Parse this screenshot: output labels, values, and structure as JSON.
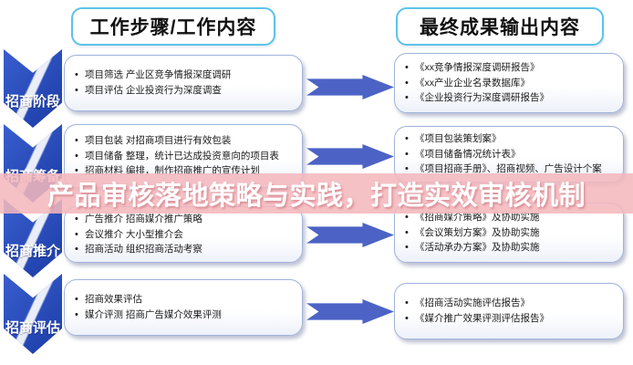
{
  "banner": {
    "text": "产品审核落地策略与实践，打造实效审核机制",
    "bg_color": "#f3b8bc",
    "text_color": "#ffffff"
  },
  "headers": {
    "steps": "工作步骤/工作内容",
    "outputs": "最终成果输出内容"
  },
  "colors": {
    "chevron_blue": "#2a4cb8",
    "arrow_blue": "#4c63c5",
    "header_border_cyan": "#5cc3e8",
    "box_border_blue": "#9fb3dc"
  },
  "rows": [
    {
      "stage": "招商阶段",
      "steps": [
        "项目筛选 产业区竞争情报深度调研",
        "项目评估 企业投资行为深度调查"
      ],
      "outputs": [
        "《xx竞争情报深度调研报告》",
        "《xx产业企业名录数据库》",
        "《企业投资行为深度调研报告》"
      ]
    },
    {
      "stage": "招商筹备",
      "steps": [
        "项目包装 对招商项目进行有效包装",
        "项目储备 整理，统计已达成投资意向的项目表",
        "招商材料 编排，制作招商推广的宣传计划"
      ],
      "outputs": [
        "《项目包装策划案》",
        "《项目储备情况统计表》",
        "《项目招商手册》、招商视频、广告设计个案"
      ]
    },
    {
      "stage": "招商推介",
      "steps": [
        "广告推介 招商媒介推广策略",
        "会议推介 大小型推介会",
        "招商活动 组织招商活动考察"
      ],
      "outputs": [
        "《招商媒介策略》及协助实施",
        "《会议策划方案》及协助实施",
        "《活动承办方案》及协助实施"
      ]
    },
    {
      "stage": "招商评估",
      "steps": [
        "招商效果评估",
        "媒介评测 招商广告媒介效果评测"
      ],
      "outputs": [
        "《招商活动实施评估报告》",
        "《媒介推广效果评测评估报告》"
      ]
    }
  ]
}
